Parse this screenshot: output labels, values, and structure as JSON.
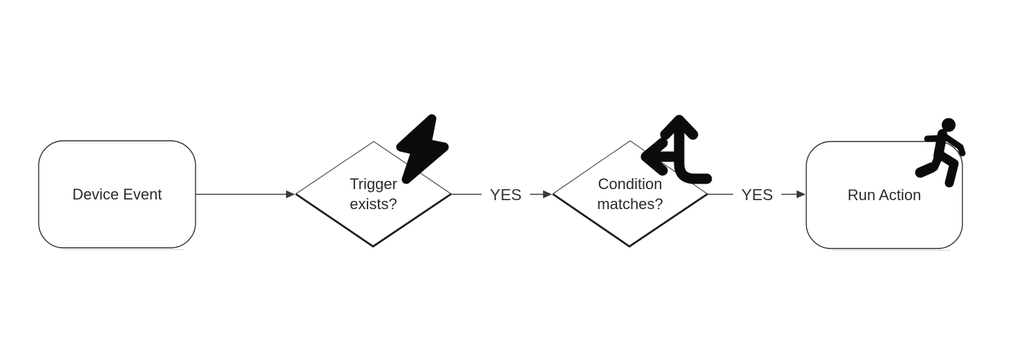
{
  "diagram": {
    "background_color": "#ffffff",
    "shape_stroke_color": "#2d2d2d",
    "edge_color": "#3a3a3a",
    "text_color": "#2b2b2b",
    "icon_color": "#0b0b0b",
    "nodes": [
      {
        "id": "device-event",
        "shape": "rounded-rectangle",
        "label": "Device Event",
        "icon": null
      },
      {
        "id": "trigger-exists",
        "shape": "diamond",
        "label": "Trigger\nexists?",
        "icon": "lightning-bolt-icon"
      },
      {
        "id": "condition-matches",
        "shape": "diamond",
        "label": "Condition\nmatches?",
        "icon": "arrows-split-up-left-icon"
      },
      {
        "id": "run-action",
        "shape": "rounded-rectangle",
        "label": "Run Action",
        "icon": "person-running-icon"
      }
    ],
    "edges": [
      {
        "from": "device-event",
        "to": "trigger-exists",
        "label": ""
      },
      {
        "from": "trigger-exists",
        "to": "condition-matches",
        "label": "YES"
      },
      {
        "from": "condition-matches",
        "to": "run-action",
        "label": "YES"
      }
    ]
  }
}
